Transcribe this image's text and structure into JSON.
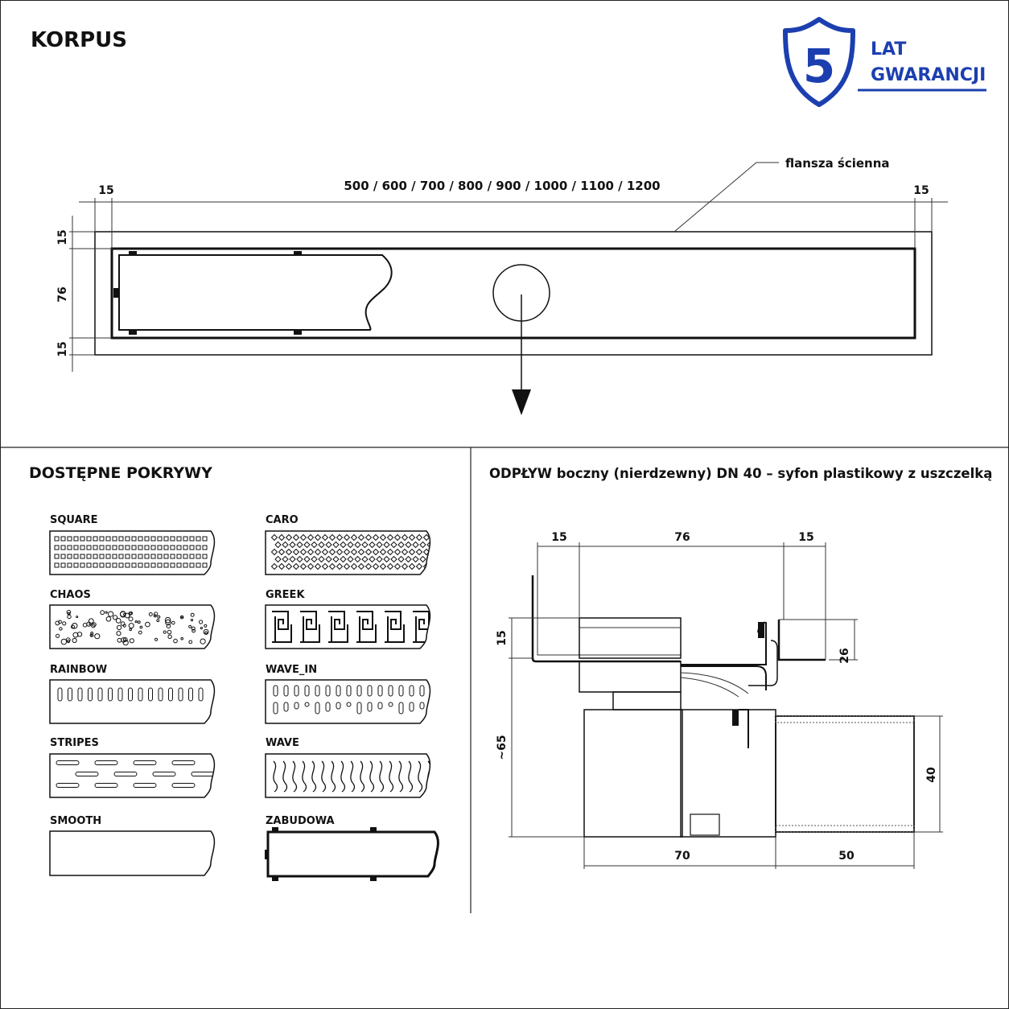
{
  "colors": {
    "ink": "#111111",
    "accent": "#1c3fb0",
    "paper": "#ffffff"
  },
  "badge": {
    "icon": "shield-icon",
    "number": "5",
    "line1": "LAT",
    "line2": "GWARANCJI"
  },
  "korpus": {
    "title": "KORPUS",
    "flange_label": "flansza ścienna",
    "length_label": "500 / 600 / 700 / 800 / 900 / 1000 / 1100 / 1200",
    "dim_left": "15",
    "dim_right": "15",
    "dim_v_top": "15",
    "dim_v_mid": "76",
    "dim_v_bot": "15"
  },
  "covers": {
    "title": "DOSTĘPNE POKRYWY",
    "items": [
      "SQUARE",
      "CARO",
      "CHAOS",
      "GREEK",
      "RAINBOW",
      "WAVE_IN",
      "STRIPES",
      "WAVE",
      "SMOOTH",
      "ZABUDOWA"
    ]
  },
  "outlet": {
    "title": "ODPŁYW boczny (nierdzewny) DN 40 – syfon plastikowy z uszczelką",
    "dim_top_left": "15",
    "dim_top_mid": "76",
    "dim_top_right": "15",
    "dim_left_15": "15",
    "dim_left_65": "~65",
    "dim_right_26": "26",
    "dim_right_40": "40",
    "dim_bottom_70": "70",
    "dim_bottom_50": "50"
  }
}
